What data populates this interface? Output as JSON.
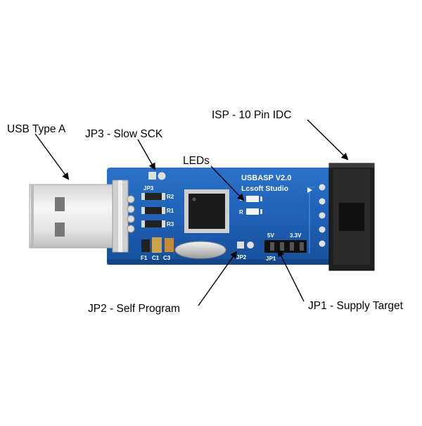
{
  "callouts": {
    "usb": "USB Type A",
    "jp3": "JP3 - Slow SCK",
    "leds": "LEDs",
    "isp": "ISP - 10 Pin IDC",
    "jp2": "JP2 - Self Program",
    "jp1": "JP1 - Supply Target"
  },
  "silkscreen": {
    "board_name": "USBASP  V2.0",
    "maker": "Lcsoft Studio",
    "jp3": "JP3",
    "r2": "R2",
    "r1": "R1",
    "r3": "R3",
    "f1": "F1",
    "c1": "C1",
    "c3": "C3",
    "g": "G",
    "r": "R",
    "jp2": "JP2",
    "jp1": "JP1",
    "v5": "5V",
    "v33": "3.3V"
  },
  "colors": {
    "pcb": "#1f62b7",
    "pcb_dark": "#154a93",
    "usb_metal": "#e9e9e9",
    "connector": "#1e1e1e",
    "arrow": "#000000"
  }
}
